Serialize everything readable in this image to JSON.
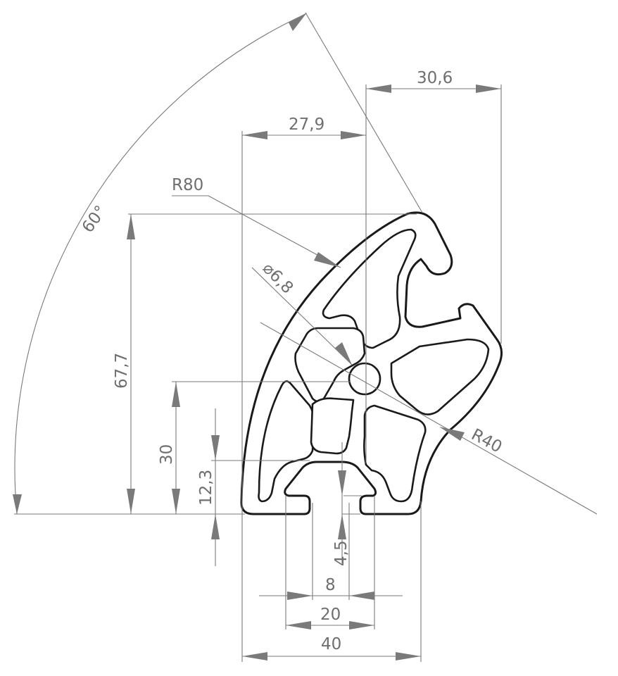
{
  "drawing": {
    "dimensions": {
      "angle": "60°",
      "radius_outer": "R80",
      "radius_inner": "R40",
      "hole_diameter": "⌀6,8",
      "width_30_6": "30,6",
      "width_27_9": "27,9",
      "height_67_7": "67,7",
      "height_30": "30",
      "height_12_3": "12,3",
      "slot_depth": "4,5",
      "slot_width": "8",
      "slot_span": "20",
      "total_width": "40"
    }
  }
}
